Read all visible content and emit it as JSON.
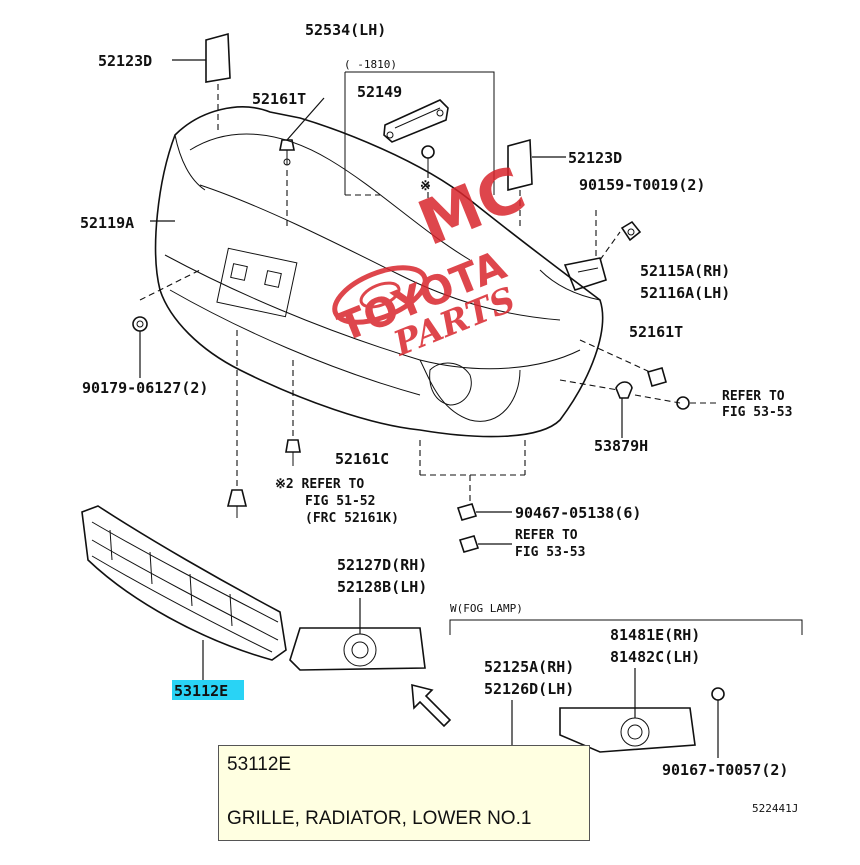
{
  "labels": {
    "p52534": "52534(LH)",
    "p52123d_top": "52123D",
    "p52161t_top": "52161T",
    "box_header": "(   -1810)",
    "p52149": "52149",
    "box_mark": "※",
    "p52123d_right": "52123D",
    "p90159": "90159-T0019(2)",
    "p52119a": "52119A",
    "p52115a": "52115A(RH)",
    "p52116a": "52116A(LH)",
    "p52161t_right": "52161T",
    "p90179": "90179-06127(2)",
    "refer_53_a1": "REFER TO",
    "refer_53_a2": "FIG 53-53",
    "p53879h": "53879H",
    "p52161c": "52161C",
    "refer_51_1": "※2 REFER TO",
    "refer_51_2": "FIG 51-52",
    "refer_51_3": "(FRC 52161K)",
    "p90467": "90467-05138(6)",
    "refer_53_b1": "REFER TO",
    "refer_53_b2": "FIG 53-53",
    "p52127d": "52127D(RH)",
    "p52128b": "52128B(LH)",
    "fog_header": "W(FOG LAMP)",
    "p81481e": "81481E(RH)",
    "p81482c": "81482C(LH)",
    "p52125a": "52125A(RH)",
    "p52126d": "52126D(LH)",
    "p53112e": "53112E",
    "p90167": "90167-T0057(2)",
    "fig_code": "522441J"
  },
  "watermark": {
    "line1": "MC",
    "line2": "TOYOTA",
    "line3": "PARTS"
  },
  "tooltip": {
    "part_number": "53112E",
    "part_name": "GRILLE, RADIATOR, LOWER NO.1"
  },
  "colors": {
    "highlight": "#29d3f5",
    "watermark": "#d9262d",
    "tooltip_bg": "#ffffe1"
  }
}
